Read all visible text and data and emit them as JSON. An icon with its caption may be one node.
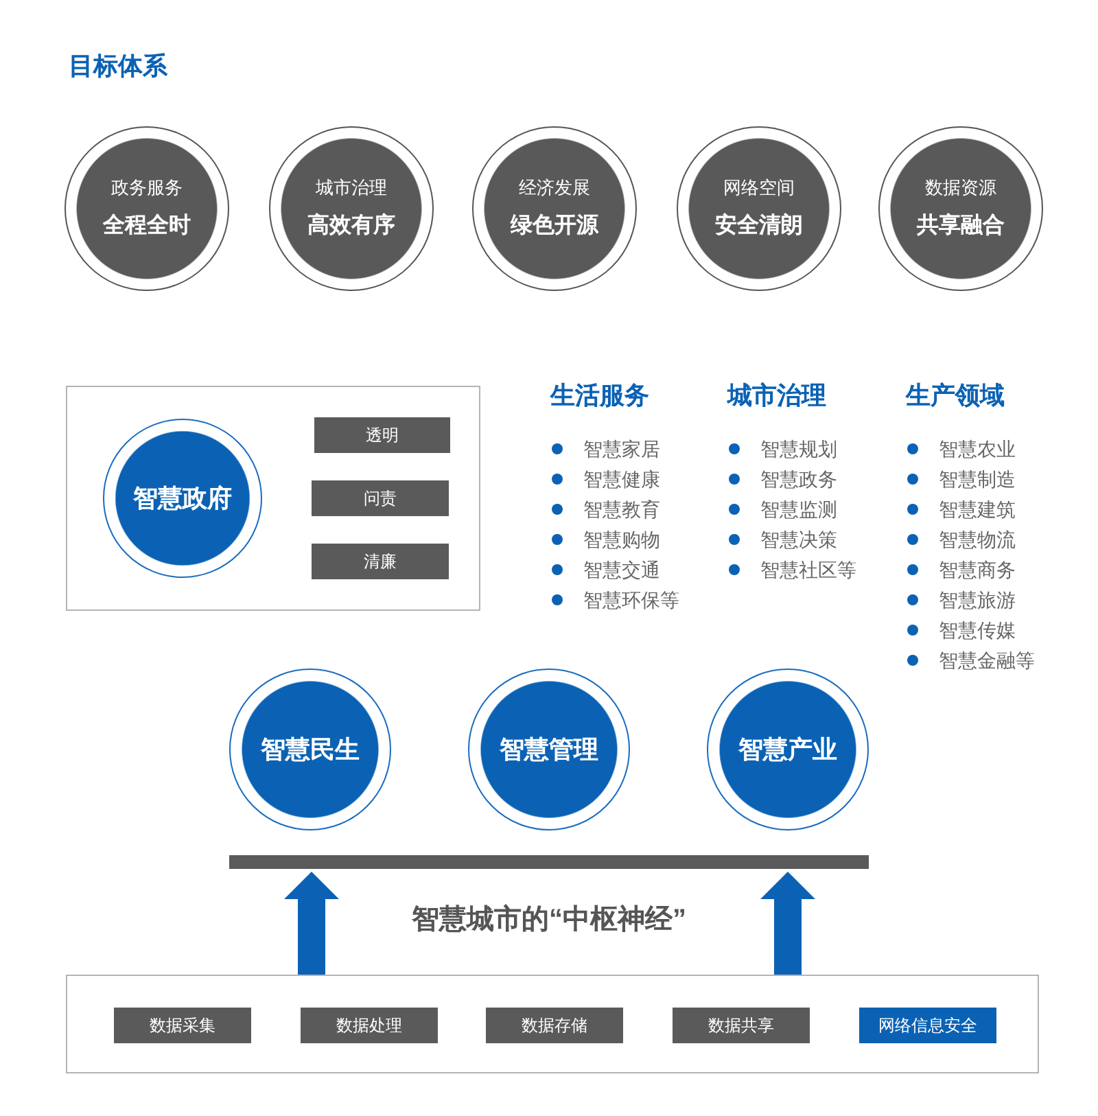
{
  "diagram": {
    "title": "目标体系",
    "nodes": [
      {
        "text": [
          "政务服务",
          "全程全时"
        ]
      },
      {
        "text": [
          "城市治理",
          "高效有序"
        ]
      },
      {
        "text": [
          "经济发展",
          "绿色开源"
        ]
      },
      {
        "text": [
          "网络空间",
          "安全清朗"
        ]
      },
      {
        "text": [
          "数据资源",
          "共享融合"
        ]
      },
      {
        "text": [],
        "shape": "box"
      },
      {
        "text": [
          "智慧政府"
        ],
        "in": 5
      },
      {
        "text": [
          "透明"
        ],
        "in": 5
      },
      {
        "text": [
          "问责"
        ],
        "in": 5
      },
      {
        "text": [
          "清廉"
        ],
        "in": 5
      },
      {
        "text": [
          "智慧民生"
        ]
      },
      {
        "text": [
          "智慧管理"
        ]
      },
      {
        "text": [
          "智慧产业"
        ]
      },
      {
        "text": [],
        "shape": "bar"
      },
      {
        "text": [],
        "shape": "box"
      },
      {
        "text": [
          "数据采集"
        ],
        "in": 14
      },
      {
        "text": [
          "数据处理"
        ],
        "in": 14
      },
      {
        "text": [
          "数据存储"
        ],
        "in": 14
      },
      {
        "text": [
          "数据共享"
        ],
        "in": 14
      },
      {
        "text": [
          "网络信息安全"
        ],
        "in": 14
      }
    ],
    "edges": [
      {
        "from": 14,
        "to": 13,
        "arrow": "to"
      },
      {
        "from": 14,
        "to": 13,
        "arrow": "to"
      }
    ],
    "labels": [
      "生活服务",
      "智慧家居",
      "智慧健康",
      "智慧教育",
      "智慧购物",
      "智慧交通",
      "智慧环保等",
      "城市治理",
      "智慧规划",
      "智慧政务",
      "智慧监测",
      "智慧决策",
      "智慧社区等",
      "生产领域",
      "智慧农业",
      "智慧制造",
      "智慧建筑",
      "智慧物流",
      "智慧商务",
      "智慧旅游",
      "智慧传媒",
      "智慧金融等",
      "智慧城市的“中枢神经”"
    ]
  }
}
